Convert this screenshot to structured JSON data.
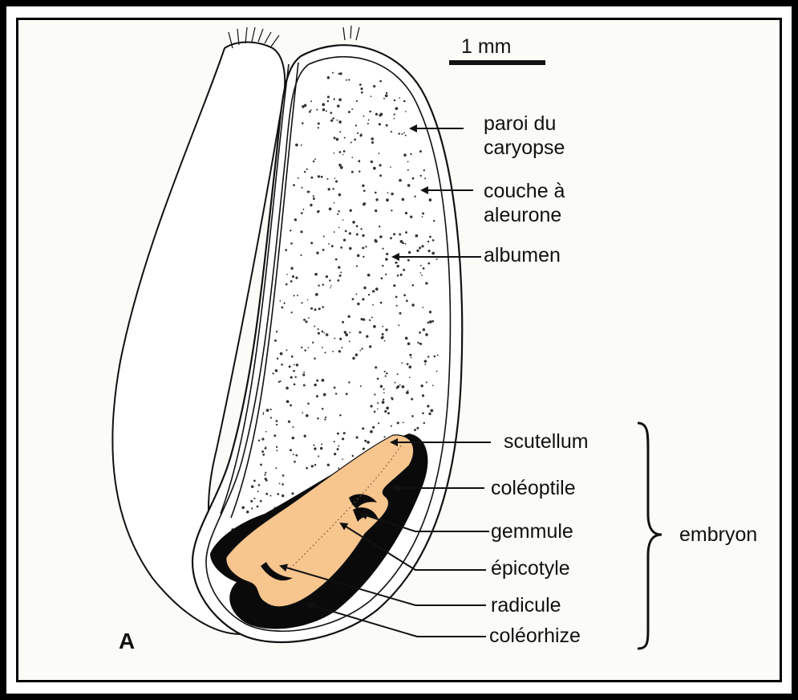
{
  "figure": {
    "panel_letter": "A",
    "scale_bar": {
      "label": "1 mm"
    },
    "labels": {
      "paroi_line1": "paroi du",
      "paroi_line2": "caryopse",
      "couche_line1": "couche à",
      "couche_line2": "aleurone",
      "albumen": "albumen",
      "scutellum": "scutellum",
      "coleoptile": "coléoptile",
      "gemmule": "gemmule",
      "epicotyle": "épicotyle",
      "radicule": "radicule",
      "coleorhize": "coléorhize",
      "embryon": "embryon"
    },
    "colors": {
      "embryo_fill": "#f7c58e",
      "embryo_dark": "#0a0a0a",
      "outline": "#111111",
      "stipple": "#333333"
    }
  }
}
